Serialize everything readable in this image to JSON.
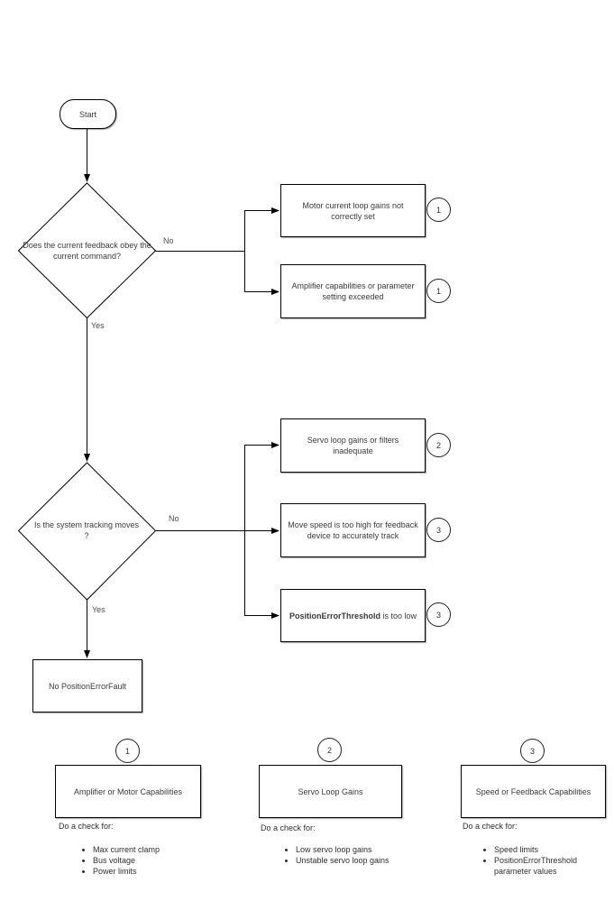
{
  "diagram": {
    "start_label": "Start",
    "decision1": {
      "text": "Does the current feedback obey the current command?",
      "no_label": "No",
      "yes_label": "Yes"
    },
    "decision2": {
      "text": "Is the system tracking moves ?",
      "no_label": "No",
      "yes_label": "Yes"
    },
    "boxes": {
      "motor_gains": {
        "text": "Motor current loop gains not correctly set",
        "badge": "1"
      },
      "amplifier": {
        "text": "Amplifier capabilities or parameter setting exceeded",
        "badge": "1"
      },
      "servo_loop": {
        "text": "Servo loop gains or filters inadequate",
        "badge": "2"
      },
      "move_speed": {
        "text": "Move speed is too high for feedback device to accurately track",
        "badge": "3"
      },
      "threshold": {
        "bold_text": "PositionErrorThreshold",
        "rest_text": " is too low",
        "badge": "3"
      },
      "no_fault": {
        "text": "No PositionErrorFault"
      }
    },
    "legend": [
      {
        "badge": "1",
        "title": "Amplifier or Motor Capabilities",
        "check_label": "Do a check for:",
        "items": [
          "Max current clamp",
          "Bus voltage",
          "Power limits"
        ]
      },
      {
        "badge": "2",
        "title": "Servo Loop Gains",
        "check_label": "Do a check for:",
        "items": [
          "Low servo loop gains",
          "Unstable servo loop gains"
        ]
      },
      {
        "badge": "3",
        "title": "Speed or Feedback Capabilities",
        "check_label": "Do a check for:",
        "items": [
          "Speed limits",
          "PositionErrorThreshold parameter values"
        ]
      }
    ],
    "colors": {
      "line": "#000000",
      "text": "#3a3a3a",
      "background": "#ffffff"
    }
  }
}
